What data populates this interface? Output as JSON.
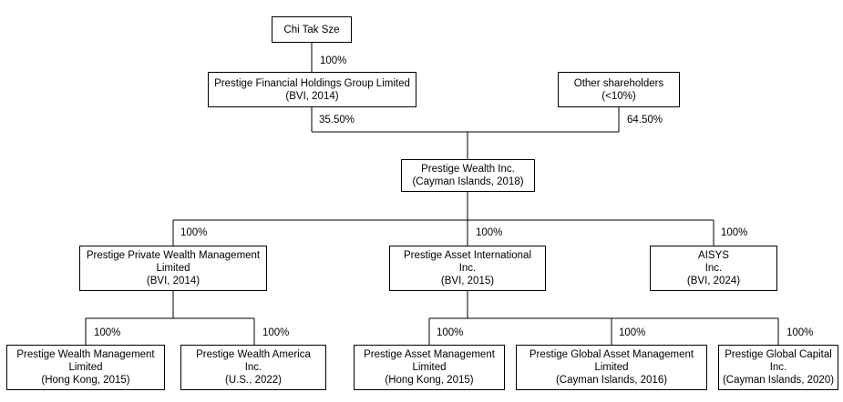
{
  "entities": {
    "chi_tak_sze": {
      "lines": [
        "Chi Tak Sze"
      ]
    },
    "pfhg": {
      "lines": [
        "Prestige Financial Holdings Group Limited",
        "(BVI, 2014)"
      ]
    },
    "other_shareholders": {
      "lines": [
        "Other shareholders",
        "(<10%)"
      ]
    },
    "prestige_wealth": {
      "lines": [
        "Prestige Wealth Inc.",
        "(Cayman Islands, 2018)"
      ]
    },
    "ppwm": {
      "lines": [
        "Prestige Private Wealth Management",
        "Limited",
        "(BVI, 2014)"
      ]
    },
    "pai": {
      "lines": [
        "Prestige Asset International",
        "Inc.",
        "(BVI, 2015)"
      ]
    },
    "aisys": {
      "lines": [
        "AISYS",
        "Inc.",
        "(BVI, 2024)"
      ]
    },
    "pwm_hk": {
      "lines": [
        "Prestige Wealth Management",
        "Limited",
        "(Hong Kong, 2015)"
      ]
    },
    "pwa": {
      "lines": [
        "Prestige Wealth America",
        "Inc.",
        "(U.S., 2022)"
      ]
    },
    "pam_hk": {
      "lines": [
        "Prestige Asset Management",
        "Limited",
        "(Hong Kong, 2015)"
      ]
    },
    "pgam": {
      "lines": [
        "Prestige Global Asset Management",
        "Limited",
        "(Cayman Islands, 2016)"
      ]
    },
    "pgc": {
      "lines": [
        "Prestige Global Capital",
        "Inc.",
        "(Cayman Islands, 2020)"
      ]
    }
  },
  "ownership": {
    "chi_to_pfhg": "100%",
    "pfhg_to_pw": "35.50%",
    "other_to_pw": "64.50%",
    "pw_to_ppwm": "100%",
    "pw_to_pai": "100%",
    "pw_to_aisys": "100%",
    "ppwm_to_pwm_hk": "100%",
    "ppwm_to_pwa": "100%",
    "pai_to_pam_hk": "100%",
    "pai_to_pgam": "100%",
    "pai_to_pgc": "100%"
  }
}
